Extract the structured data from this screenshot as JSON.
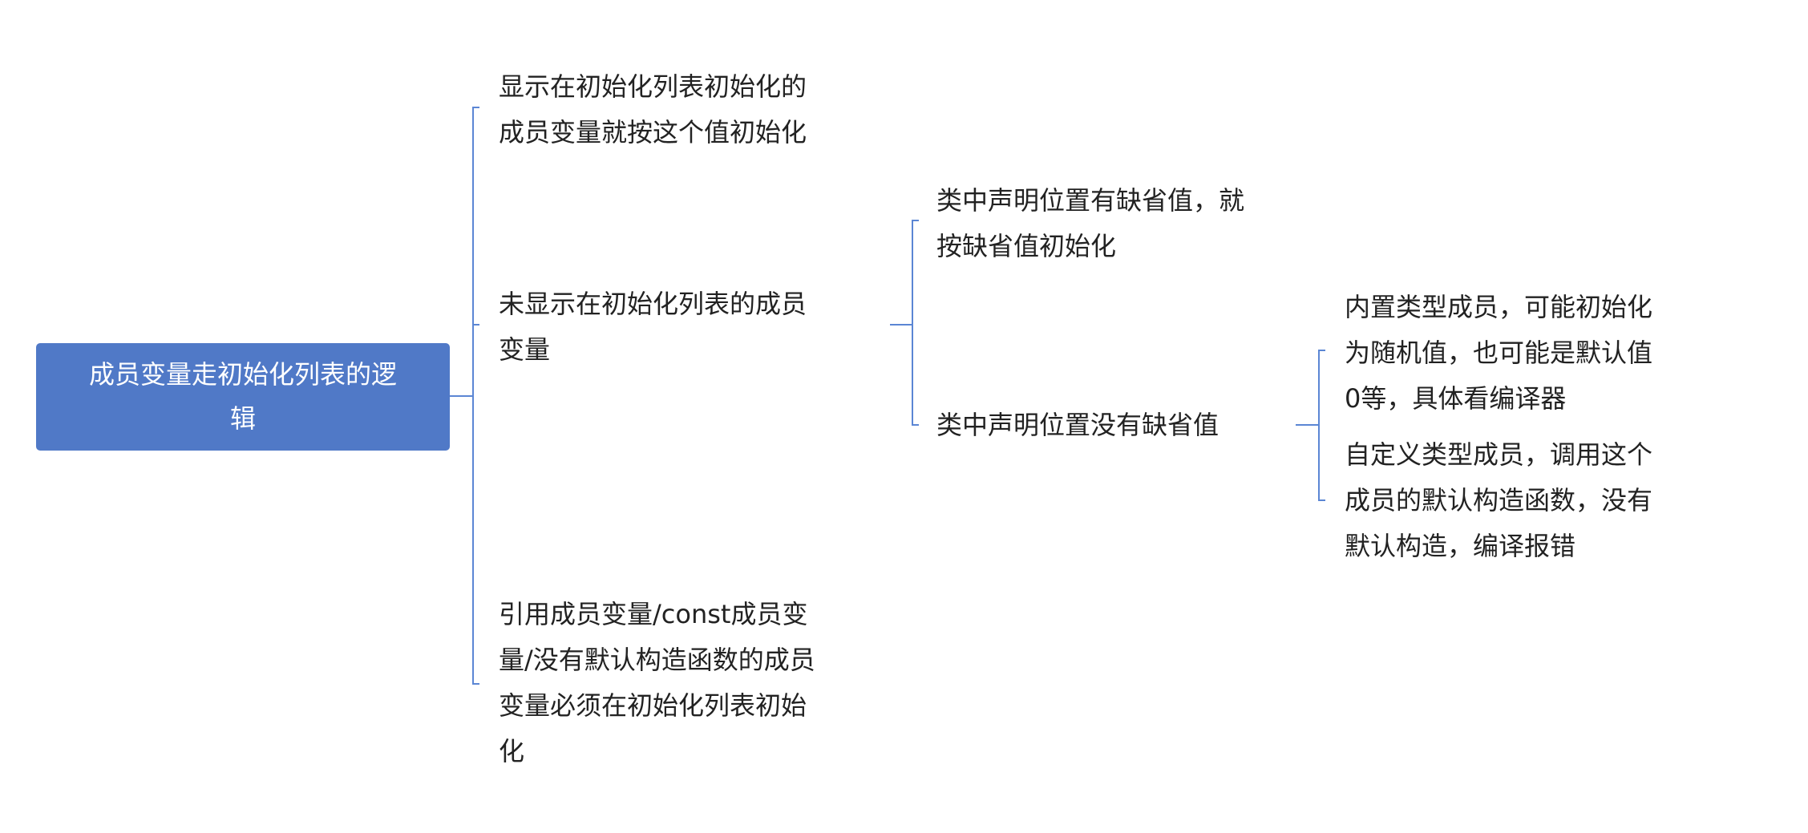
{
  "colors": {
    "root_fill": "#5079c7",
    "connector": "#5b86d4",
    "text": "#222222"
  },
  "root": {
    "lines": [
      "成员变量走初始化列表的逻",
      "辑"
    ]
  },
  "branches": [
    {
      "lines": [
        "显示在初始化列表初始化的",
        "成员变量就按这个值初始化"
      ]
    },
    {
      "lines": [
        "未显示在初始化列表的成员",
        "变量"
      ],
      "children": [
        {
          "lines": [
            "类中声明位置有缺省值，就",
            "按缺省值初始化"
          ]
        },
        {
          "lines": [
            "类中声明位置没有缺省值"
          ],
          "children": [
            {
              "lines": [
                "内置类型成员，可能初始化",
                "为随机值，也可能是默认值",
                "0等，具体看编译器"
              ]
            },
            {
              "lines": [
                "自定义类型成员，调用这个",
                "成员的默认构造函数，没有",
                "默认构造，编译报错"
              ]
            }
          ]
        }
      ]
    },
    {
      "lines": [
        "引用成员变量/const成员变",
        "量/没有默认构造函数的成员",
        "变量必须在初始化列表初始",
        "化"
      ]
    }
  ]
}
